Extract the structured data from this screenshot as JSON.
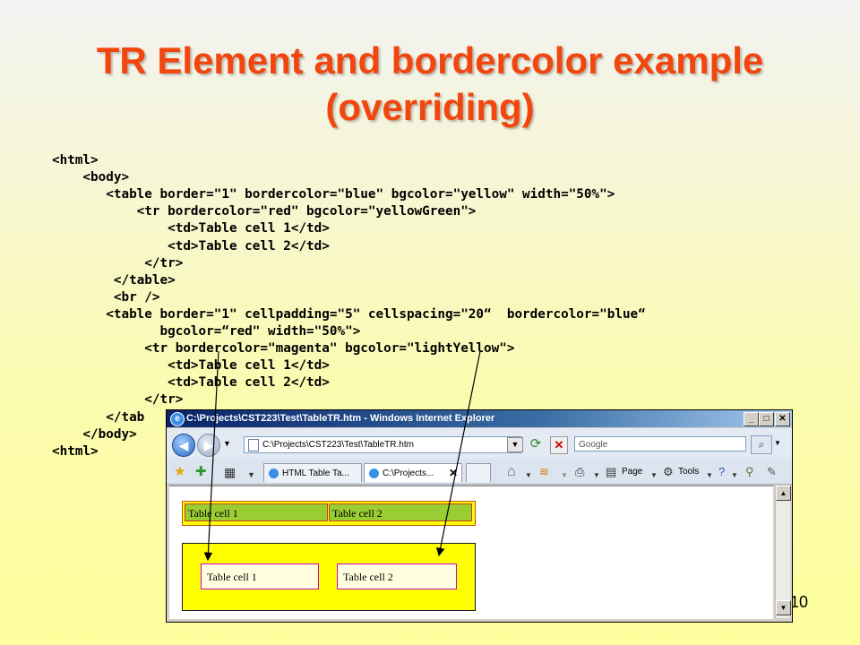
{
  "slide": {
    "title_line1": "TR Element and bordercolor example",
    "title_line2": "(overriding)",
    "page_number": "10",
    "title_color": "#f2460e"
  },
  "code": {
    "lines": [
      "<html>",
      "    <body>",
      "       <table border=\"1\" bordercolor=\"blue\" bgcolor=\"yellow\" width=\"50%\">",
      "           <tr bordercolor=\"red\" bgcolor=\"yellowGreen\">",
      "               <td>Table cell 1</td>",
      "               <td>Table cell 2</td>",
      "            </tr>",
      "        </table>",
      "        <br />",
      "       <table border=\"1\" cellpadding=\"5\" cellspacing=\"20“  bordercolor=\"blue“",
      "              bgcolor=“red\" width=\"50%\">",
      "            <tr bordercolor=\"magenta\" bgcolor=\"lightYellow\">",
      "               <td>Table cell 1</td>",
      "               <td>Table cell 2</td>",
      "            </tr>",
      "       </tab",
      "    </body>",
      "<html>"
    ]
  },
  "browser": {
    "window_title": "C:\\Projects\\CST223\\Test\\TableTR.htm - Windows Internet Explorer",
    "address": "C:\\Projects\\CST223\\Test\\TableTR.htm",
    "search_placeholder": "Google",
    "tabs": [
      {
        "label": "HTML Table Ta..."
      },
      {
        "label": "C:\\Projects..."
      }
    ],
    "toolbar": {
      "page_label": "Page",
      "tools_label": "Tools"
    },
    "rendered": {
      "table1": {
        "cells": [
          "Table cell 1",
          "Table cell 2"
        ],
        "table_bg": "#ffff00",
        "row_bg": "#9acd32",
        "border": "#c04020"
      },
      "table2": {
        "cells": [
          "Table cell 1",
          "Table cell 2"
        ],
        "table_bg": "#ffff00",
        "cell_bg": "#ffffe0",
        "border": "#d000d0"
      }
    }
  }
}
